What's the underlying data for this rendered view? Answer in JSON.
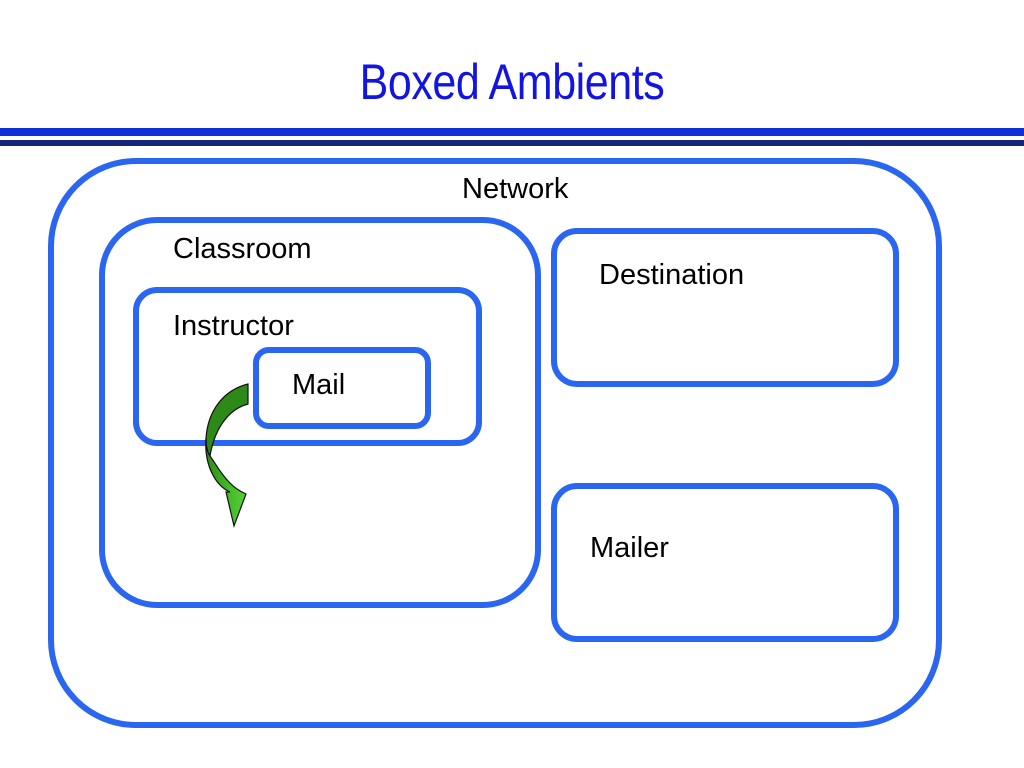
{
  "title": "Boxed Ambients",
  "diagram": {
    "boxes": {
      "network": "Network",
      "classroom": "Classroom",
      "instructor": "Instructor",
      "mail": "Mail",
      "destination": "Destination",
      "mailer": "Mailer"
    },
    "colors": {
      "title": "#1414e0",
      "box_border": "#2a66f0",
      "rule_top": "#0f2fd8",
      "rule_bottom": "#16277a",
      "arrow_light": "#44bb2a",
      "arrow_dark": "#2e8a18"
    }
  }
}
